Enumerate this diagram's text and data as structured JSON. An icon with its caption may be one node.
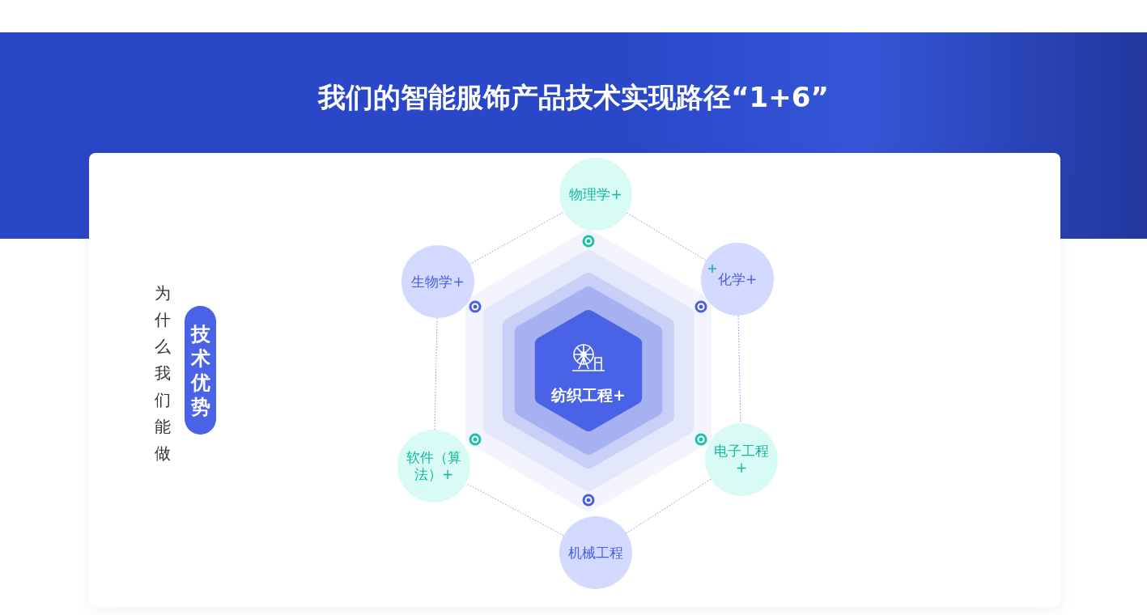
{
  "diagram": {
    "title": "我们的智能服饰产品技术实现路径“1+6”",
    "nodes": [
      {
        "text": [
          "物理学+"
        ]
      },
      {
        "text": [
          "生物学+"
        ]
      },
      {
        "text": [
          "化学+"
        ]
      },
      {
        "text": [
          "纺织工程+"
        ]
      },
      {
        "text": [
          "软件（算法）+"
        ]
      },
      {
        "text": [
          "电子工程+"
        ]
      },
      {
        "text": [
          "机械工程"
        ]
      },
      {
        "text": [
          "技术优势"
        ]
      }
    ],
    "edges": [
      {
        "from": 0,
        "to": 2,
        "arrow": "none"
      },
      {
        "from": 2,
        "to": 5,
        "arrow": "none"
      },
      {
        "from": 5,
        "to": 6,
        "arrow": "none"
      },
      {
        "from": 6,
        "to": 4,
        "arrow": "none"
      },
      {
        "from": 4,
        "to": 1,
        "arrow": "none"
      },
      {
        "from": 1,
        "to": 0,
        "arrow": "none"
      }
    ],
    "labels": [
      "为什么我们能做"
    ]
  }
}
